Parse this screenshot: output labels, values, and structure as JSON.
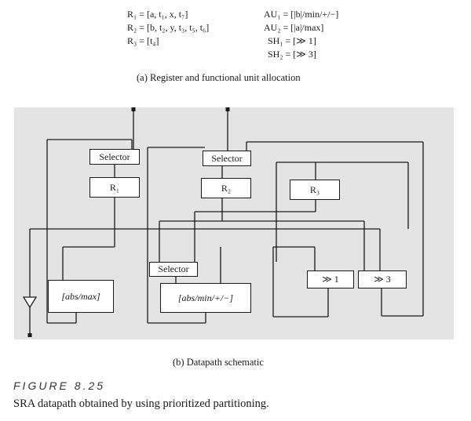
{
  "allocation": {
    "registers": [
      "R₁ = [a, t₁, x, t₇]",
      "R₂ = [b, t₂, y, t₃, t₅, t₆]",
      "R₃ = [t₄]"
    ],
    "units": [
      "AU₁ = [|b|/min/+/−]",
      "AU₂ = [|a|/max]",
      "SH₁ = [≫ 1]",
      "SH₂ = [≫ 3]"
    ],
    "caption": "(a)  Register and functional unit allocation"
  },
  "schematic": {
    "boxes": {
      "selector_1": "Selector",
      "selector_2": "Selector",
      "selector_3": "Selector",
      "r1": "R₁",
      "r2": "R₂",
      "r3": "R₃",
      "abs_max": "[abs/max]",
      "abs_min": "[abs/min/+/−]",
      "shift_1": "≫ 1",
      "shift_3": "≫ 3"
    },
    "caption": "(b)  Datapath schematic"
  },
  "figure": {
    "label": "FIGURE  8.25",
    "caption": "SRA datapath obtained by using prioritized partitioning."
  }
}
